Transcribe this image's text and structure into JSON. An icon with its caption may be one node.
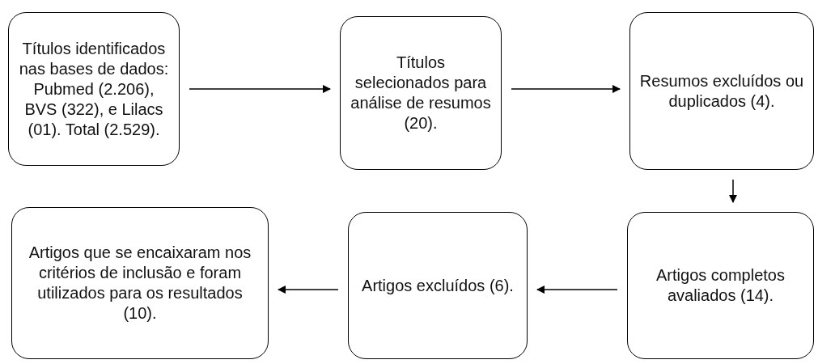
{
  "diagram": {
    "nodes": [
      {
        "text": [
          "Títulos identificados nas bases de dados: Pubmed (2.206), BVS (322), e Lilacs (01). Total (2.529)."
        ]
      },
      {
        "text": [
          "Títulos selecionados para análise de resumos (20)."
        ]
      },
      {
        "text": [
          "Resumos excluídos ou duplicados (4)."
        ]
      },
      {
        "text": [
          "Artigos completos avaliados (14)."
        ]
      },
      {
        "text": [
          "Artigos excluídos (6)."
        ]
      },
      {
        "text": [
          "Artigos que se encaixaram nos critérios de inclusão e foram utilizados para os resultados (10)."
        ]
      }
    ],
    "edges": [
      {
        "from": 0,
        "to": 1,
        "arrow": "to"
      },
      {
        "from": 1,
        "to": 2,
        "arrow": "to"
      },
      {
        "from": 2,
        "to": 3,
        "arrow": "to"
      },
      {
        "from": 3,
        "to": 4,
        "arrow": "to"
      },
      {
        "from": 4,
        "to": 5,
        "arrow": "to"
      }
    ]
  }
}
